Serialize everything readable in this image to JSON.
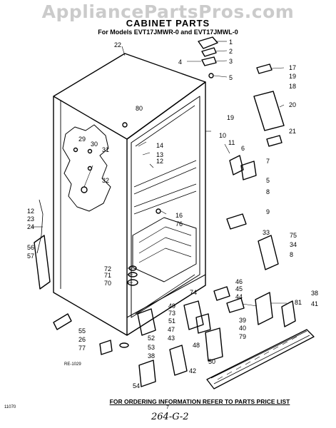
{
  "watermark": "AppliancePartsPros.com",
  "title": "CABINET PARTS",
  "subtitle": "For Models EVT17JMWR-0 and EVT17JMWL-0",
  "footer_note": "FOR ORDERING INFORMATION REFER TO PARTS PRICE LIST",
  "figure_code": "RE-1029",
  "page_code": "11070",
  "page_mark": "7",
  "handwritten_note": "264-G-2",
  "callouts": [
    "1",
    "2",
    "3",
    "4",
    "5",
    "22",
    "17",
    "19",
    "18",
    "20",
    "19",
    "21",
    "80",
    "10",
    "11",
    "6",
    "7",
    "5",
    "8",
    "29",
    "30",
    "31",
    "32",
    "14",
    "13",
    "12",
    "12",
    "23",
    "24",
    "16",
    "76",
    "9",
    "33",
    "75",
    "34",
    "8",
    "56",
    "57",
    "72",
    "71",
    "70",
    "46",
    "45",
    "44",
    "74",
    "49",
    "73",
    "51",
    "52",
    "53",
    "55",
    "26",
    "77",
    "38",
    "54",
    "42",
    "43",
    "47",
    "48",
    "50",
    "40",
    "39",
    "79",
    "38",
    "81",
    "41"
  ]
}
